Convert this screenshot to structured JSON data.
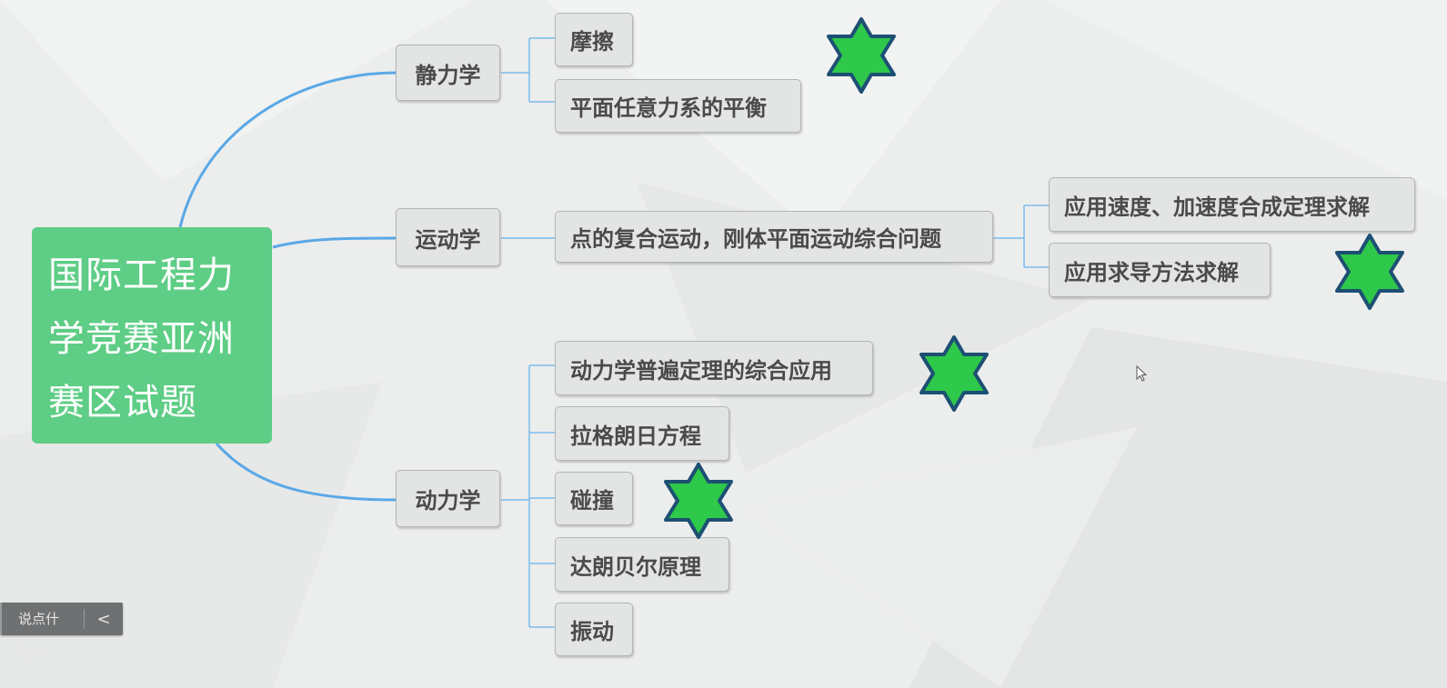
{
  "root": {
    "lines": [
      "国际工程力",
      "学竞赛亚洲",
      "赛区试题"
    ],
    "color": "#5ecd85"
  },
  "branches": {
    "statics": {
      "label": "静力学",
      "children": [
        "摩擦",
        "平面任意力系的平衡"
      ]
    },
    "kinematics": {
      "label": "运动学",
      "child": "点的复合运动，刚体平面运动综合问题",
      "grandchildren": [
        "应用速度、加速度合成定理求解",
        "应用求导方法求解"
      ]
    },
    "dynamics": {
      "label": "动力学",
      "children": [
        "动力学普遍定理的综合应用",
        "拉格朗日方程",
        "碰撞",
        "达朗贝尔原理",
        "振动"
      ]
    }
  },
  "colors": {
    "link_main": "#5aa8e6",
    "star_fill": "#2ec84a",
    "star_stroke": "#1d4f73",
    "node_bg": "#e3e4e4"
  },
  "stars": {
    "icon": "star-of-david-icon",
    "marked_topics": [
      "摩擦",
      "应用求导方法求解",
      "动力学普遍定理的综合应用",
      "碰撞"
    ]
  },
  "chat": {
    "placeholder": "说点什么...",
    "toggle": "<"
  }
}
